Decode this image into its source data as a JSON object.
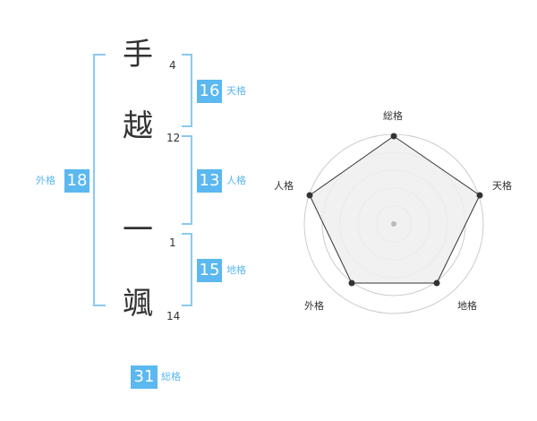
{
  "name": {
    "chars": [
      {
        "char": "手",
        "strokes": "4"
      },
      {
        "char": "越",
        "strokes": "12"
      },
      {
        "char": "一",
        "strokes": "1"
      },
      {
        "char": "颯",
        "strokes": "14"
      }
    ]
  },
  "kakusu": {
    "ten": {
      "value": "16",
      "label": "天格"
    },
    "jin": {
      "value": "13",
      "label": "人格"
    },
    "chi": {
      "value": "15",
      "label": "地格"
    },
    "gai": {
      "value": "18",
      "label": "外格"
    },
    "so": {
      "value": "31",
      "label": "総格"
    }
  },
  "radar": {
    "labels": {
      "so": "総格",
      "ten": "天格",
      "chi": "地格",
      "gai": "外格",
      "jin": "人格"
    },
    "colors": {
      "rings": "#cccccc",
      "fill": "#efefef",
      "line": "#333333",
      "point": "#333333",
      "center": "#bbbbbb"
    }
  },
  "colors": {
    "accent": "#5bb8f0",
    "bracket": "#8ac9f2",
    "text": "#333333"
  }
}
